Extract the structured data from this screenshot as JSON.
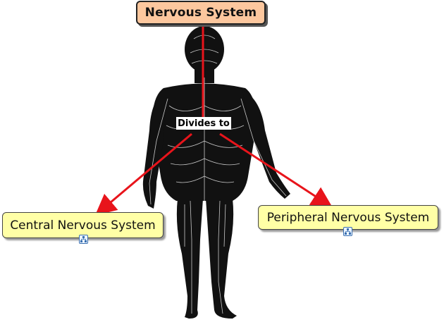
{
  "concept_map": {
    "root": {
      "label": "Nervous System",
      "color": "#fcc79e"
    },
    "link_label": "Divides to",
    "children": [
      {
        "label": "Central Nervous System",
        "color": "#ffffa6",
        "has_submap_icon": true
      },
      {
        "label": "Peripheral Nervous System",
        "color": "#ffffa6",
        "has_submap_icon": true
      }
    ],
    "connector_color": "#e8141b",
    "background_figure": "human-nervous-system-illustration",
    "icons": [
      "submap-link-icon"
    ]
  }
}
